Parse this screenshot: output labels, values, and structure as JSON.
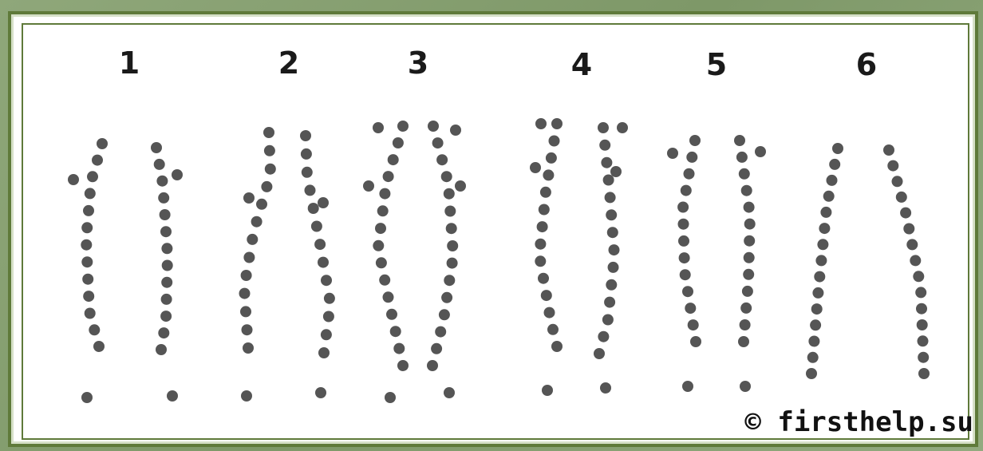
{
  "figure_labels": [
    "1",
    "2",
    "3",
    "4",
    "5",
    "6"
  ],
  "copyright": "© firsthelp.su",
  "colors": {
    "frame": "#5f7a3a",
    "background": "#8fa77a",
    "dot": "#555555",
    "text": "#1a1a1a"
  }
}
